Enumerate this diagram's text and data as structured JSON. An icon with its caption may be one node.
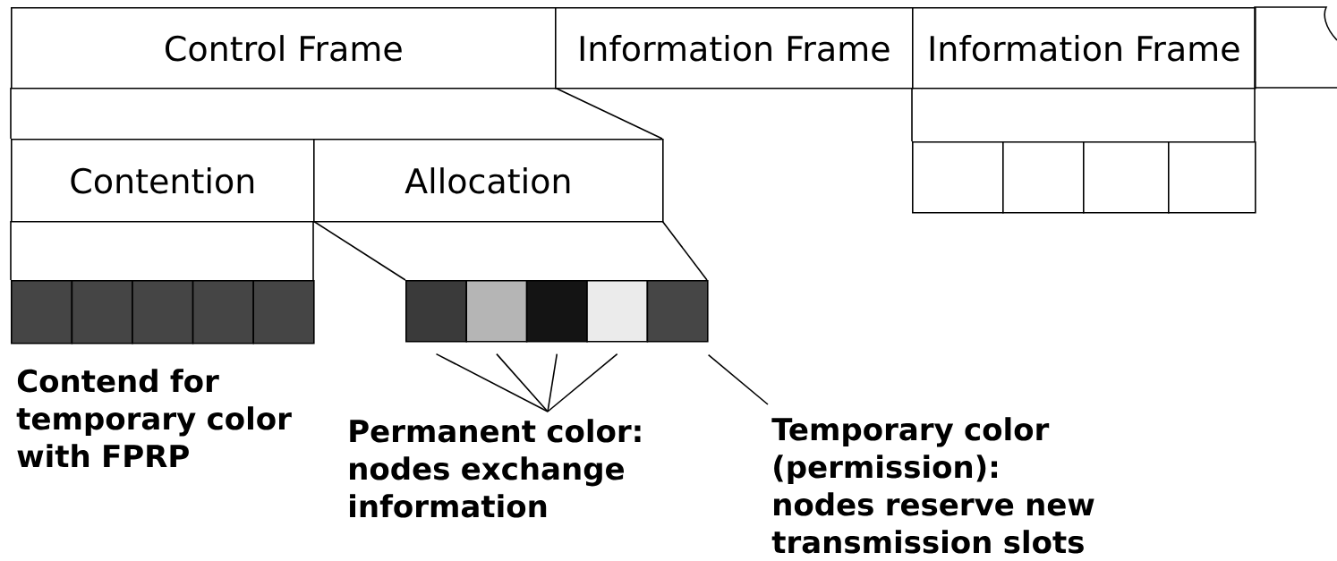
{
  "diagram": {
    "nodes": [
      {
        "text": [
          "Control Frame"
        ]
      },
      {
        "text": [
          "Information Frame"
        ]
      },
      {
        "text": [
          "Information Frame"
        ]
      },
      {
        "text": [],
        "shape": "box"
      },
      {
        "text": [
          "Contention"
        ]
      },
      {
        "text": [
          "Allocation"
        ]
      },
      {
        "text": [],
        "shape": "box"
      },
      {
        "text": [],
        "shape": "box"
      },
      {
        "text": [],
        "shape": "box"
      },
      {
        "text": [],
        "shape": "box"
      },
      {
        "text": [],
        "shape": "box"
      },
      {
        "text": [],
        "shape": "box"
      },
      {
        "text": [],
        "shape": "box"
      },
      {
        "text": [],
        "shape": "box"
      },
      {
        "text": [],
        "shape": "box"
      },
      {
        "text": [],
        "shape": "box"
      },
      {
        "text": [],
        "shape": "box"
      },
      {
        "text": [],
        "shape": "box"
      },
      {
        "text": [],
        "shape": "box"
      },
      {
        "text": [],
        "shape": "box"
      },
      {
        "text": [
          "Permanent color: nodes exchange information"
        ]
      },
      {
        "text": [
          "Temporary color (permission): nodes reserve new transmission slots"
        ]
      }
    ],
    "edges": [
      {
        "from": 20,
        "to": 15,
        "arrow": "none"
      },
      {
        "from": 20,
        "to": 16,
        "arrow": "none"
      },
      {
        "from": 20,
        "to": 17,
        "arrow": "none"
      },
      {
        "from": 20,
        "to": 18,
        "arrow": "none"
      },
      {
        "from": 21,
        "to": 19,
        "arrow": "none"
      }
    ],
    "labels": [
      "Contend for temporary color with FPRP"
    ]
  }
}
